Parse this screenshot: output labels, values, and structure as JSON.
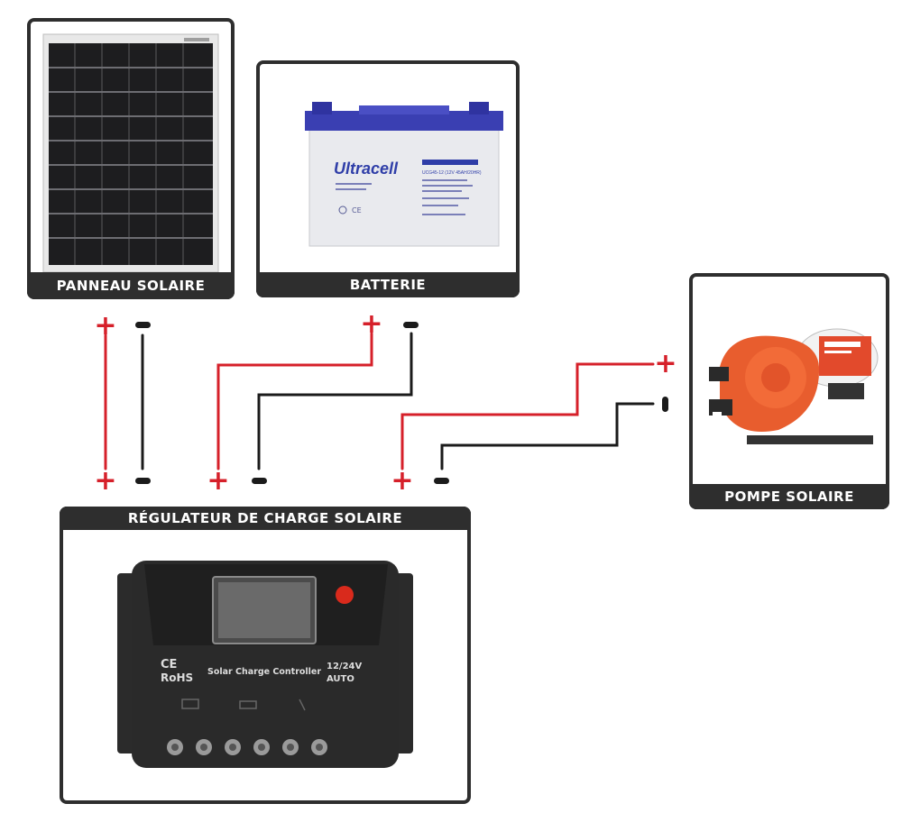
{
  "colors": {
    "positive": "#d6202a",
    "negative": "#1b1b1b",
    "frame": "#2e2e2e"
  },
  "panel": {
    "label": "PANNEAU SOLAIRE"
  },
  "battery": {
    "label": "BATTERIE",
    "brand": "Ultracell",
    "model": "UCG45-12 (12V 45AH/20HR)"
  },
  "pump": {
    "label": "POMPE SOLAIRE"
  },
  "regulator": {
    "label": "RÉGULATEUR DE CHARGE SOLAIRE",
    "ce": "CE",
    "rohs": "RoHS",
    "title": "Solar Charge Controller",
    "voltage1": "12/24V",
    "voltage2": "AUTO"
  },
  "terminals": {
    "positive": "+"
  }
}
